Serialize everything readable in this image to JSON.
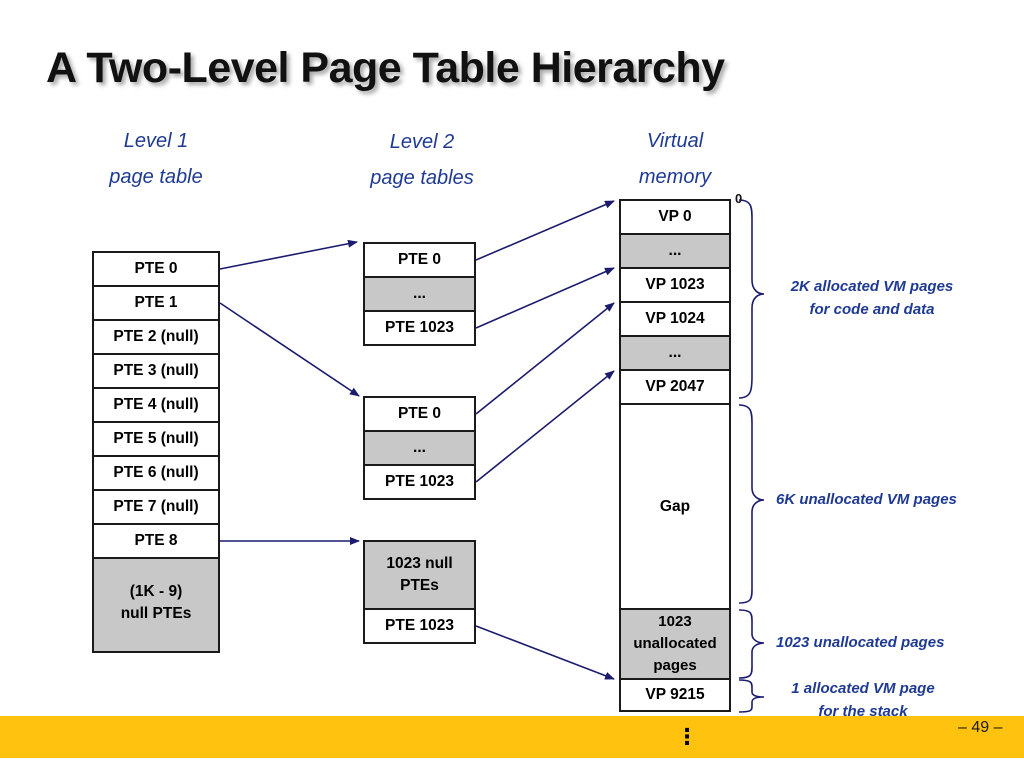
{
  "title": "A Two-Level Page Table Hierarchy",
  "headers": {
    "level1": "Level 1\npage table",
    "level2": "Level 2\npage tables",
    "virtual": "Virtual\nmemory"
  },
  "level1_table": [
    "PTE 0",
    "PTE 1",
    "PTE 2 (null)",
    "PTE 3 (null)",
    "PTE 4 (null)",
    "PTE 5 (null)",
    "PTE 6 (null)",
    "PTE 7 (null)",
    "PTE 8",
    "(1K - 9)\nnull PTEs"
  ],
  "level2_tables": {
    "table_a": [
      "PTE 0",
      "...",
      "PTE 1023"
    ],
    "table_b": [
      "PTE 0",
      "...",
      "PTE 1023"
    ],
    "table_c": [
      "1023 null\nPTEs",
      "PTE 1023"
    ]
  },
  "virtual_memory": {
    "start_address": "0",
    "cells": [
      "VP 0",
      "...",
      "VP 1023",
      "VP 1024",
      "...",
      "VP 2047",
      "Gap",
      "1023\nunallocated\npages",
      "VP 9215"
    ]
  },
  "annotations": {
    "allocated_code_data": "2K allocated VM pages\nfor code and data",
    "unallocated_gap": "6K unallocated VM pages",
    "unallocated_1023": "1023 unallocated  pages",
    "stack_page": "1 allocated VM page\nfor the stack"
  },
  "footer": {
    "ellipsis": "⋮",
    "page_number": "– 49 –"
  },
  "colors": {
    "accent_blue": "#1f3a93",
    "footer_yellow": "#ffc20e",
    "null_gray": "#c8c8c8",
    "arrow_navy": "#1c1c6e"
  }
}
